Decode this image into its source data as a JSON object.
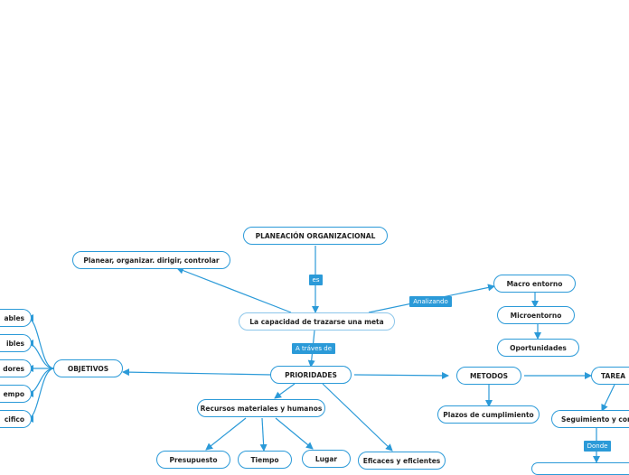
{
  "colors": {
    "accent": "#2b9ad8",
    "text": "#222222",
    "background": "#ffffff"
  },
  "nodes": {
    "planeacion": "PLANEACIÓN ORGANIZACIONAL",
    "planear": "Planear, organizar. dirigir, controlar",
    "capacidad": "La capacidad de  trazarse una meta",
    "macro": "Macro entorno",
    "micro": "Microentorno",
    "oportunidades": "Oportunidades",
    "prioridades": "PRIORIDADES",
    "objetivos": "OBJETIVOS",
    "metodos": "METODOS",
    "tareas": "TAREA",
    "recursos": "Recursos materiales y humanos",
    "presupuesto": "Presupuesto",
    "tiempo": "Tiempo",
    "lugar": "Lugar",
    "eficaces": "Eficaces y eficientes",
    "plazos": "Plazos  de cumplimiento",
    "seguimiento": "Seguimiento y contr",
    "obj1": "ables",
    "obj2": "ibles",
    "obj3": "dores",
    "obj4": "empo",
    "obj5": "cifico"
  },
  "tags": {
    "es": "es",
    "analizando": "Analizando",
    "atraves": "A tráves de",
    "donde": "Donde"
  }
}
